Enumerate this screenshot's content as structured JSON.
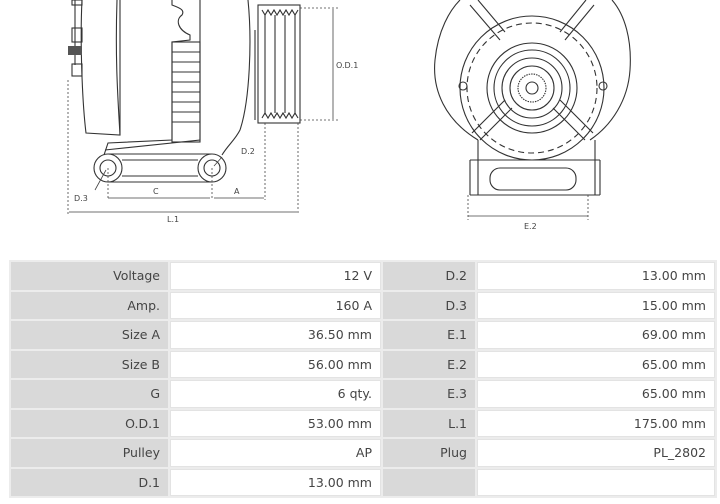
{
  "diagram": {
    "side_view_labels": {
      "od1": "O.D.1",
      "d2": "D.2",
      "d3": "D.3",
      "c": "C",
      "a": "A",
      "l1": "L.1"
    },
    "front_view_labels": {
      "e2": "E.2"
    }
  },
  "specs": {
    "rows": [
      {
        "l1": "Voltage",
        "v1": "12 V",
        "l2": "D.2",
        "v2": "13.00 mm"
      },
      {
        "l1": "Amp.",
        "v1": "160 A",
        "l2": "D.3",
        "v2": "15.00 mm"
      },
      {
        "l1": "Size A",
        "v1": "36.50 mm",
        "l2": "E.1",
        "v2": "69.00 mm"
      },
      {
        "l1": "Size B",
        "v1": "56.00 mm",
        "l2": "E.2",
        "v2": "65.00 mm"
      },
      {
        "l1": "G",
        "v1": "6 qty.",
        "l2": "E.3",
        "v2": "65.00 mm"
      },
      {
        "l1": "O.D.1",
        "v1": "53.00 mm",
        "l2": "L.1",
        "v2": "175.00 mm"
      },
      {
        "l1": "Pulley",
        "v1": "AP",
        "l2": "Plug",
        "v2": "PL_2802"
      },
      {
        "l1": "D.1",
        "v1": "13.00 mm",
        "l2": "",
        "v2": ""
      }
    ]
  }
}
